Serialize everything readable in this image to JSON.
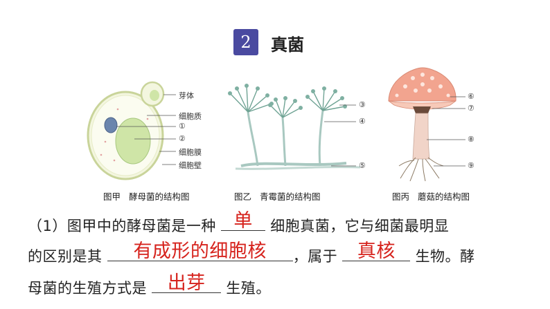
{
  "header": {
    "number": "2",
    "title": "真菌"
  },
  "figures": [
    {
      "tag": "图甲",
      "caption": "酵母菌的结构图",
      "labels": [
        "芽体",
        "细胞质",
        "①",
        "②",
        "细胞膜",
        "细胞壁"
      ]
    },
    {
      "tag": "图乙",
      "caption": "青霉菌的结构图",
      "labels": [
        "③",
        "④",
        "⑤"
      ]
    },
    {
      "tag": "图丙",
      "caption": "蘑菇的结构图",
      "labels": [
        "⑥",
        "⑦",
        "⑧",
        "⑨"
      ]
    }
  ],
  "question": {
    "line1_a": "（1）图甲中的酵母菌是一种",
    "line1_b": "细胞真菌，它与细菌最明显",
    "line2_a": "的区别是其",
    "line2_b": "，属于",
    "line2_c": "生物。酵",
    "line3_a": "母菌的生殖方式是",
    "line3_b": "生殖。",
    "answers": [
      "单",
      "有成形的细胞核",
      "真核",
      "出芽"
    ]
  },
  "colors": {
    "badge": "#4a4aa0",
    "answer": "#d6231d"
  }
}
